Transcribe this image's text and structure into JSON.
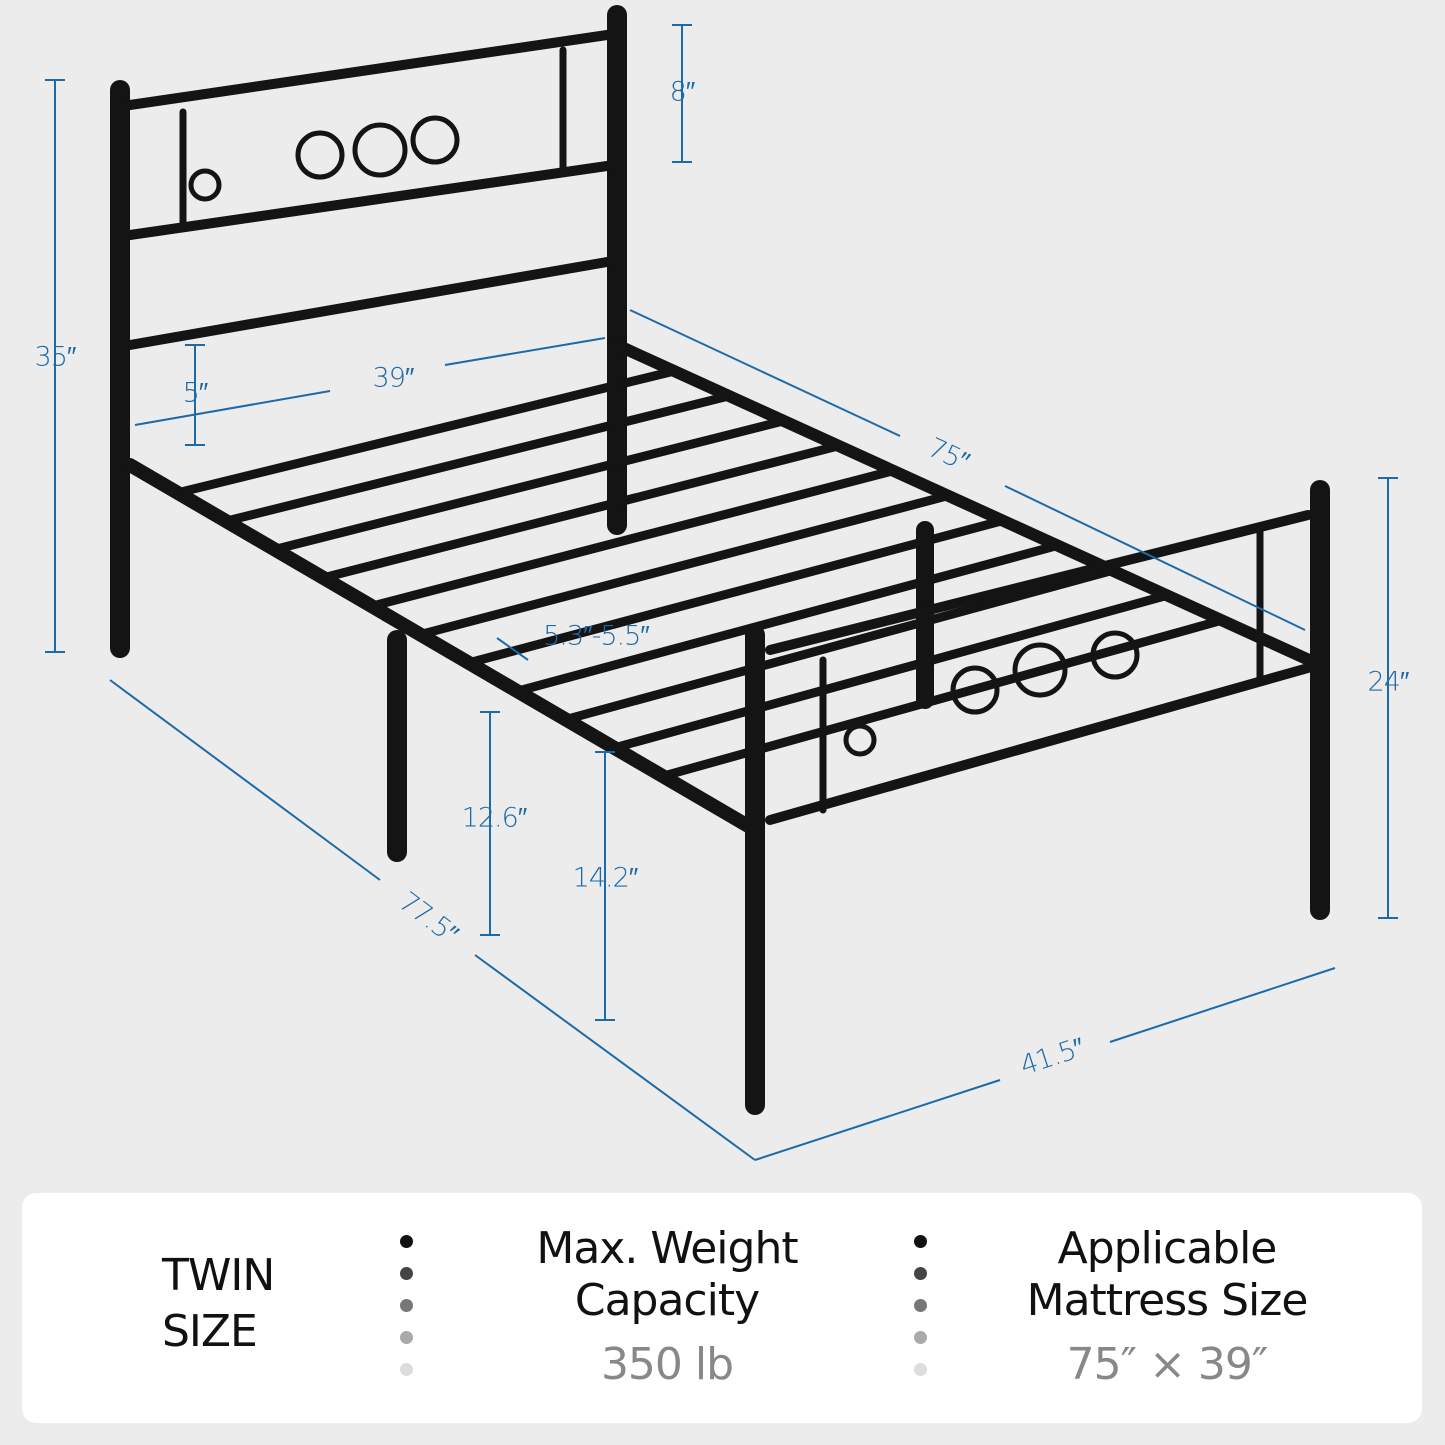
{
  "dimensions": {
    "total_height": "35″",
    "headboard_panel": "8″",
    "width_inner": "39″",
    "panel_gap": "5″",
    "length_inner": "75″",
    "footboard_height": "24″",
    "length_outer": "77.5″",
    "width_outer": "41.5″",
    "under_bed_clearance": "12.6″",
    "rail_height": "14.2″",
    "slat_gap": "5.3″-5.5″"
  },
  "specs": {
    "size": [
      "TWIN",
      "SIZE"
    ],
    "weight": {
      "title": [
        "Max. Weight",
        "Capacity"
      ],
      "value": "350 lb"
    },
    "mattress": {
      "title": [
        "Applicable",
        "Mattress Size"
      ],
      "value": "75″ × 39″"
    }
  },
  "colors": {
    "dimension": "#1d6aa8",
    "frame": "#111111",
    "background": "#ececec"
  }
}
